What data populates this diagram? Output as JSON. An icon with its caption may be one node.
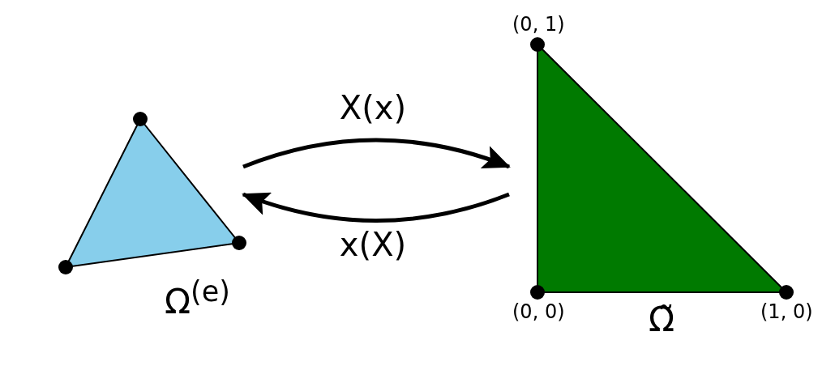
{
  "diagram": {
    "nodes": [
      {
        "text": [],
        "shape": "triangle",
        "beside": [
          "Ω$^{(e)}$"
        ]
      },
      {
        "text": [],
        "shape": "triangle",
        "beside": [
          "Ω̃"
        ]
      }
    ],
    "edges": [
      {
        "from": 0,
        "to": 1,
        "arrow": "to",
        "label": "X(x)"
      },
      {
        "from": 1,
        "to": 0,
        "arrow": "to",
        "label": "x(X)"
      }
    ],
    "labels": [
      "(0, 1)",
      "(0, 0)",
      "(1, 0)"
    ]
  }
}
